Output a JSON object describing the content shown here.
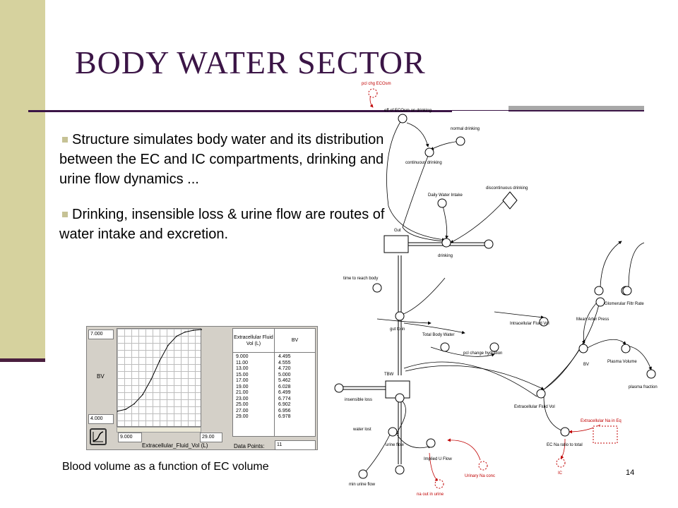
{
  "slide": {
    "title": "BODY WATER SECTOR",
    "page_number": "14",
    "bullets": [
      "Structure simulates body water and its distribution between the EC and IC compartments, drinking and urine flow dynamics ...",
      "Drinking, insensible loss & urine flow are routes of water intake and excretion."
    ],
    "caption": "Blood volume as a function of EC volume",
    "colors": {
      "title": "#3b1546",
      "left_band": "#d6d29e",
      "red_link": "#c00000"
    }
  },
  "graph_dialog": {
    "y_max": "7.000",
    "y_min": "4.000",
    "y_label": "BV",
    "x_min": "9.000",
    "x_max": "29.00",
    "x_label": "Extracellular_Fluid_Vol (L)",
    "table_header_input": "Extracellular Fluid Vol (L)",
    "table_header_output": "BV",
    "inputs": [
      "9.000",
      "11.00",
      "13.00",
      "15.00",
      "17.00",
      "19.00",
      "21.00",
      "23.00",
      "25.00",
      "27.00",
      "29.00"
    ],
    "outputs": [
      "4.495",
      "4.555",
      "4.720",
      "5.000",
      "5.462",
      "6.028",
      "6.499",
      "6.774",
      "6.902",
      "6.956",
      "6.978"
    ],
    "data_points_label": "Data Points:",
    "data_points_value": "11",
    "graph_icon": "graph-curve-icon"
  },
  "diagram": {
    "labels": {
      "pcl_chg_ecosm": "pcl chg ECOsm",
      "eff_ecosm": "eff of ECOsm on drinking",
      "normal_drinking": "normal drinking",
      "continuous_drinking": "continuous drinking",
      "daily_water_intake": "Daily Water Intake",
      "discontinuous_drinking": "discontinuous drinking",
      "gut": "Gut",
      "drinking": "drinking",
      "time_to_reach_body": "time to reach body",
      "gut_to_in": "gut to in",
      "total_body_water": "Total Body Water",
      "intracellular_fluid_vol": "Intracellular Fluid Vol",
      "pcl_change_hydration": "pcl change hydration",
      "glomerular_filtr_rate": "Glomerular Filtr Rate",
      "mean_arter_press": "Mean Arter Press",
      "bv": "BV",
      "plasma_volume": "Plasma Volume",
      "plasma_fraction": "plasma fraction",
      "tbw": "TBW",
      "insensible_loss": "insensible loss",
      "extracellular_fluid_vol": "Extracellular Fluid Vol",
      "water_lost": "water lost",
      "urine_flow": "urine flow",
      "implied_u_flow": "Implied U Flow",
      "urinary_na_conc": "Urinary Na conc",
      "extracellular_na": "Extracellular Na in Eq",
      "ec_na_ratio": "EC Na ratio to total",
      "ic": "IC",
      "min_urine_flow": "min urine flow",
      "na_out_in_urine": "na out in urine"
    }
  }
}
